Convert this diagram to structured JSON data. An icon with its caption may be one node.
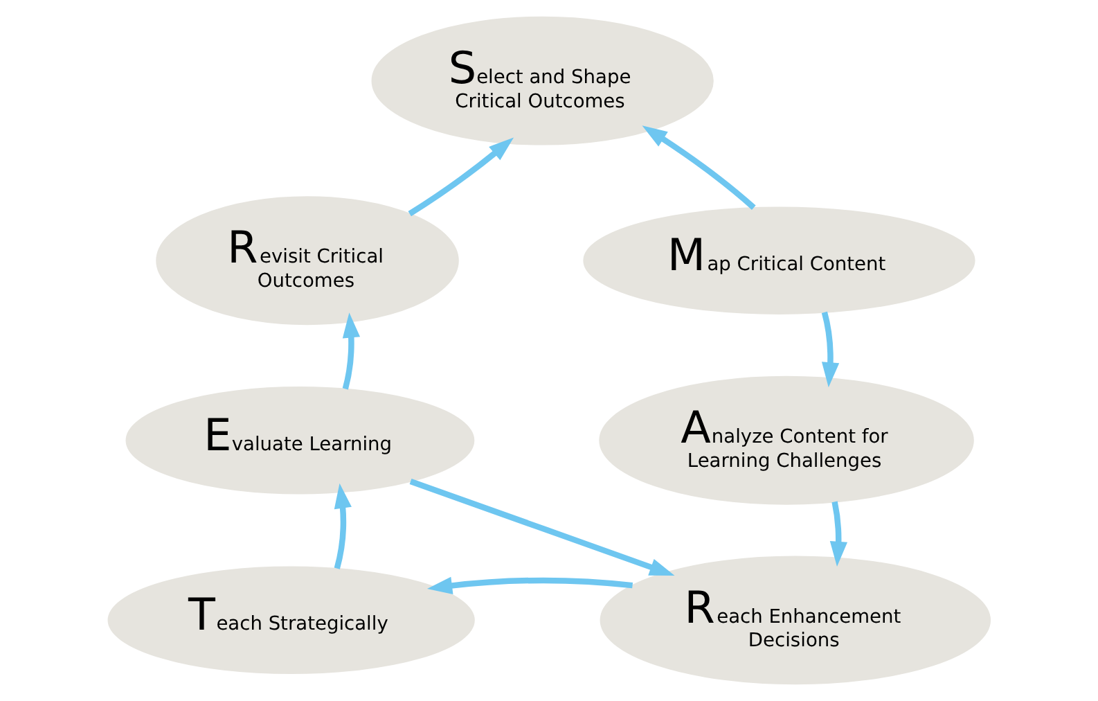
{
  "diagram": {
    "nodes": [
      {
        "text": [
          "Select and Shape Critical Outcomes"
        ]
      },
      {
        "text": [
          "Map Critical Content"
        ]
      },
      {
        "text": [
          "Analyze Content for Learning Challenges"
        ]
      },
      {
        "text": [
          "Reach Enhancement Decisions"
        ]
      },
      {
        "text": [
          "Teach Strategically"
        ]
      },
      {
        "text": [
          "Evaluate Learning"
        ]
      },
      {
        "text": [
          "Revisit Critical Outcomes"
        ]
      }
    ],
    "edges": [
      {
        "from": 1,
        "to": 0,
        "arrow": "to"
      },
      {
        "from": 1,
        "to": 2,
        "arrow": "to"
      },
      {
        "from": 2,
        "to": 3,
        "arrow": "to"
      },
      {
        "from": 3,
        "to": 4,
        "arrow": "to"
      },
      {
        "from": 4,
        "to": 5,
        "arrow": "to"
      },
      {
        "from": 5,
        "to": 3,
        "arrow": "to"
      },
      {
        "from": 5,
        "to": 6,
        "arrow": "to"
      },
      {
        "from": 6,
        "to": 0,
        "arrow": "to"
      }
    ]
  }
}
